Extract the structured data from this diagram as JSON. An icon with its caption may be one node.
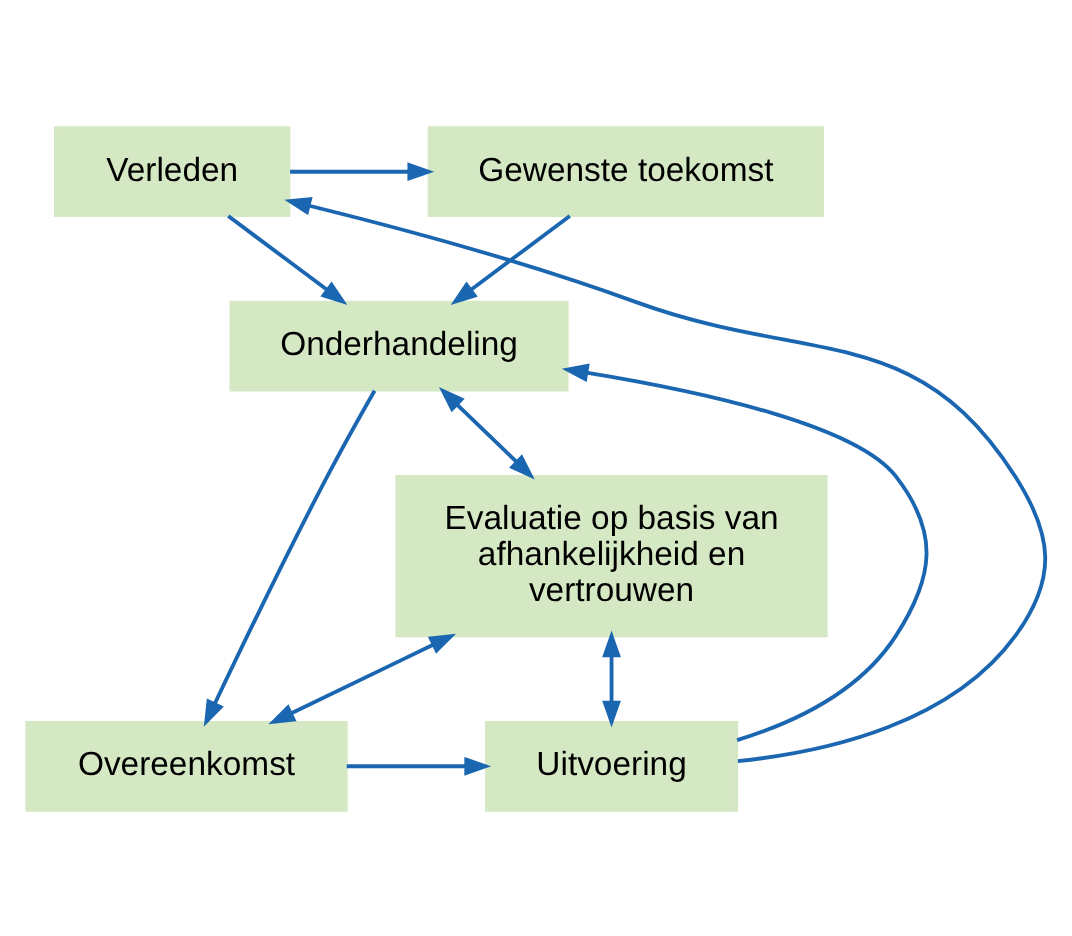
{
  "diagram": {
    "nodes": [
      {
        "text": [
          "Verleden"
        ]
      },
      {
        "text": [
          "Gewenste toekomst"
        ]
      },
      {
        "text": [
          "Onderhandeling"
        ]
      },
      {
        "text": [
          "Evaluatie op basis van afhankelijkheid en vertrouwen"
        ]
      },
      {
        "text": [
          "Uitvoering"
        ]
      },
      {
        "text": [
          "Overeenkomst"
        ]
      }
    ],
    "edges": [
      {
        "from": 0,
        "to": 1,
        "arrow": "to"
      },
      {
        "from": 0,
        "to": 2,
        "arrow": "to"
      },
      {
        "from": 1,
        "to": 2,
        "arrow": "to"
      },
      {
        "from": 2,
        "to": 5,
        "arrow": "to"
      },
      {
        "from": 2,
        "to": 3,
        "arrow": "both"
      },
      {
        "from": 3,
        "to": 4,
        "arrow": "both"
      },
      {
        "from": 3,
        "to": 5,
        "arrow": "both"
      },
      {
        "from": 5,
        "to": 4,
        "arrow": "to"
      },
      {
        "from": 4,
        "to": 0,
        "arrow": "to"
      },
      {
        "from": 4,
        "to": 2,
        "arrow": "to"
      }
    ]
  }
}
